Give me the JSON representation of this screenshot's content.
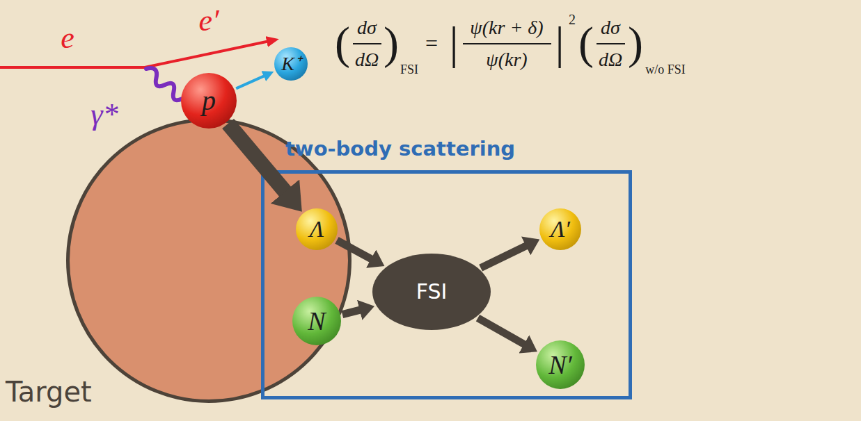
{
  "diagram": {
    "nodes": [
      {
        "text": [
          "Target"
        ]
      },
      {
        "text": [
          "p"
        ]
      },
      {
        "text": [
          "K⁺"
        ]
      },
      {
        "text": [
          "two-body scattering"
        ]
      },
      {
        "text": [
          "Λ"
        ],
        "in": 3
      },
      {
        "text": [
          "N"
        ],
        "in": 3
      },
      {
        "text": [
          "FSI"
        ],
        "in": 3
      },
      {
        "text": [
          "Λ′"
        ],
        "in": 3
      },
      {
        "text": [
          "N′"
        ],
        "in": 3
      }
    ],
    "edges": [
      {
        "from": 1,
        "to": 2,
        "arrow": "to"
      },
      {
        "from": 1,
        "to": 4,
        "arrow": "to"
      },
      {
        "from": 4,
        "to": 6,
        "arrow": "to"
      },
      {
        "from": 5,
        "to": 6,
        "arrow": "to"
      },
      {
        "from": 6,
        "to": 7,
        "arrow": "to"
      },
      {
        "from": 6,
        "to": 8,
        "arrow": "to"
      }
    ],
    "labels": [
      "e",
      "e′",
      "γ*",
      "(",
      "dσ",
      "dΩ",
      ")",
      "FSI",
      "=",
      "|",
      "ψ(kr + δ)",
      "ψ(kr)",
      "|",
      "2",
      "(",
      "dσ",
      "dΩ",
      ")",
      "w/o FSI"
    ]
  }
}
